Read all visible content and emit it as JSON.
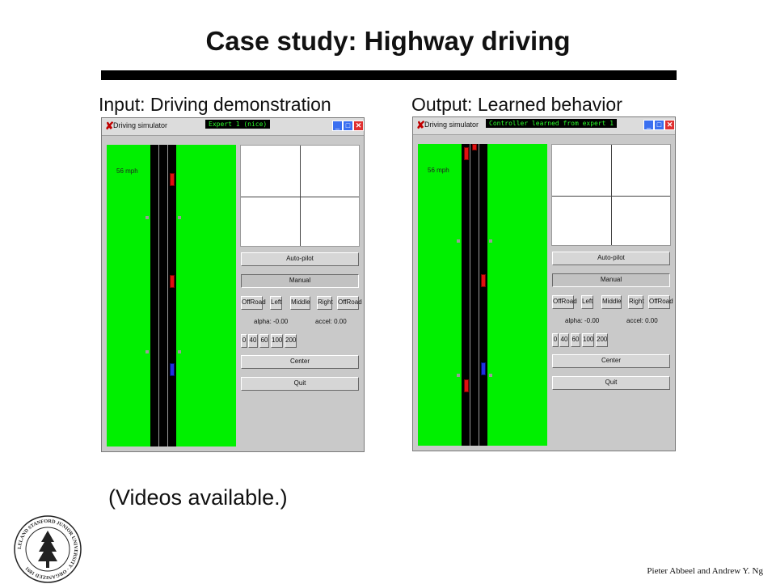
{
  "slide": {
    "title": "Case study: Highway driving",
    "left_caption": "Input: Driving demonstration",
    "right_caption": "Output: Learned behavior",
    "videos_note": "(Videos available.)",
    "credit": "Pieter Abbeel and Andrew Y. Ng"
  },
  "seal": {
    "text": "LELAND STANFORD JUNIOR UNIVERSITY · ORGANIZED 1891"
  },
  "windows": [
    {
      "title": "Driving simulator",
      "mode_label": "Expert 1 (nice)",
      "speed": "56 mph",
      "buttons": {
        "autopilot": "Auto-pilot",
        "manual": "Manual",
        "offroad_left": "OffRoad",
        "left": "Left",
        "middle": "Middle",
        "right": "Right",
        "offroad_right": "OffRoad",
        "center": "Center",
        "quit": "Quit"
      },
      "alpha": "alpha: -0.00",
      "accel": "accel: 0.00",
      "speeds": [
        "0",
        "40",
        "60",
        "100",
        "200"
      ]
    },
    {
      "title": "Driving simulator",
      "mode_label": "Controller learned from expert 1",
      "speed": "56 mph",
      "buttons": {
        "autopilot": "Auto-pilot",
        "manual": "Manual",
        "offroad_left": "OffRoad",
        "left": "Left",
        "middle": "Middle",
        "right": "Right",
        "offroad_right": "OffRoad",
        "center": "Center",
        "quit": "Quit"
      },
      "alpha": "alpha: -0.00",
      "accel": "accel: 0.00",
      "speeds": [
        "0",
        "40",
        "60",
        "100",
        "200"
      ]
    }
  ]
}
